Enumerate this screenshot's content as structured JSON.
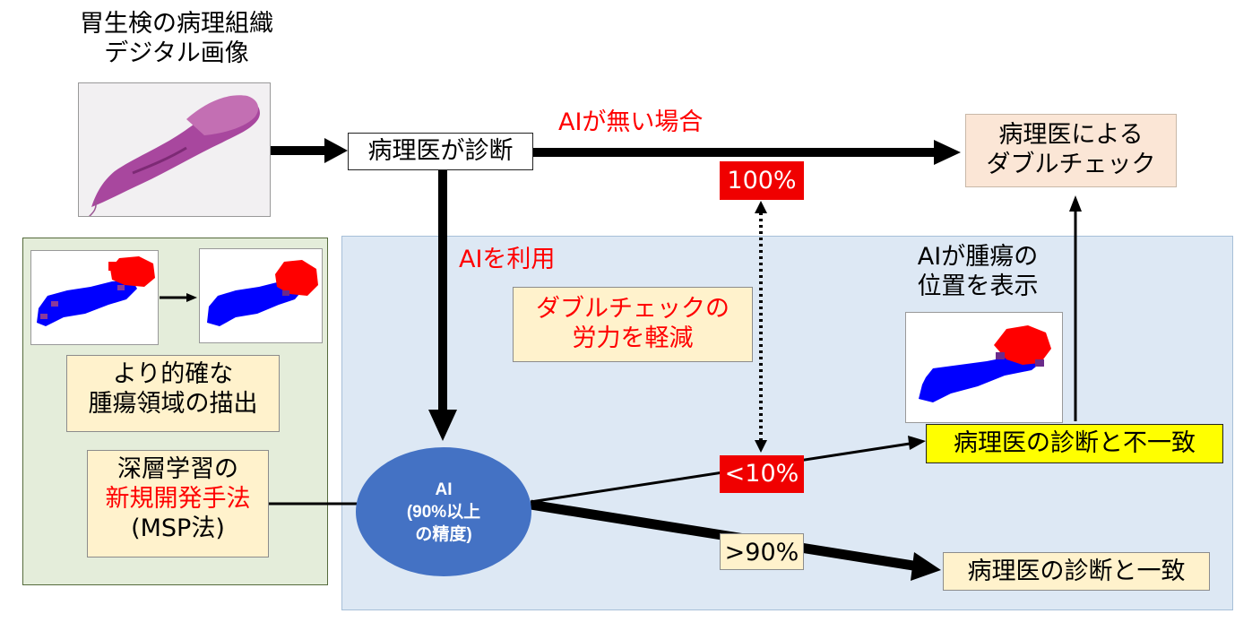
{
  "title_lines": [
    "胃生検の病理組織",
    "デジタル画像"
  ],
  "nodes": {
    "pathologist_diagnosis": "病理医が診断",
    "double_check": [
      "病理医による",
      "ダブルチェック"
    ],
    "ai_line1": "AI",
    "ai_line2": "(90%以上",
    "ai_line3": "の精度)",
    "mismatch": "病理医の診断と不一致",
    "match": "病理医の診断と一致"
  },
  "labels": {
    "no_ai": "AIが無い場合",
    "use_ai": "AIを利用",
    "reduce_line1": "ダブルチェックの",
    "reduce_line2": "労力を軽減",
    "tumor_loc_line1": "AIが腫瘍の",
    "tumor_loc_line2": "位置を表示"
  },
  "percentages": {
    "p100": "100%",
    "lt10": "<10%",
    "gt90": ">90%"
  },
  "method_panel": {
    "precise_line1": "より的確な",
    "precise_line2": "腫瘍領域の描出",
    "dl_line1": "深層学習の",
    "dl_line2": "新規開発手法",
    "dl_line3": "(MSP法)"
  },
  "icons": {
    "histology": "he-stained-tissue-image",
    "mask_before": "tumor-mask-before",
    "mask_after": "tumor-mask-after",
    "mask_ai": "tumor-mask-ai-display"
  },
  "colors": {
    "tumor": "#ff0000",
    "normal": "#0000ff",
    "ai_node": "#4472c4",
    "highlight_red": "#f00000",
    "highlight_yellow": "#ffff00"
  }
}
